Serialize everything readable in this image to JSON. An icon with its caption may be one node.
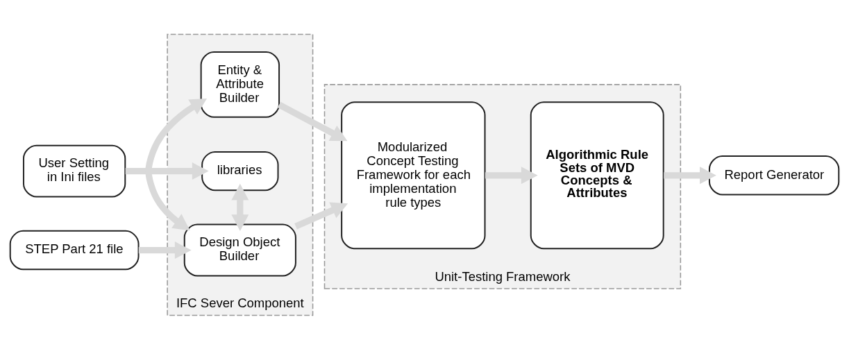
{
  "diagram": {
    "nodes": [
      {
        "text": [
          "User Setting in Ini files"
        ]
      },
      {
        "text": [
          "STEP Part 21 file"
        ]
      },
      {
        "text": [
          "IFC Sever Component"
        ]
      },
      {
        "text": [
          "libraries"
        ],
        "in": 2
      },
      {
        "text": [
          "Design Object Builder"
        ],
        "in": 2
      },
      {
        "text": [
          "Entity & Attribute Builder"
        ],
        "in": 2
      },
      {
        "text": [
          "Unit-Testing Framework"
        ]
      },
      {
        "text": [
          "Modularized Concept Testing Framework for each implementation rule types"
        ],
        "in": 6
      },
      {
        "text": [
          "Algorithmic Rule Sets of MVD Concepts & Attributes"
        ],
        "in": 6
      },
      {
        "text": [
          "Report Generator"
        ]
      }
    ],
    "edges": [
      {
        "from": 0,
        "to": 3,
        "arrow": "to"
      },
      {
        "from": 1,
        "to": 4,
        "arrow": "to"
      },
      {
        "from": 3,
        "to": 4,
        "arrow": "both"
      },
      {
        "from": 4,
        "to": 5,
        "arrow": "both"
      },
      {
        "from": 4,
        "to": 7,
        "arrow": "to"
      },
      {
        "from": 5,
        "to": 7,
        "arrow": "to"
      },
      {
        "from": 7,
        "to": 8,
        "arrow": "to"
      },
      {
        "from": 8,
        "to": 9,
        "arrow": "to"
      }
    ]
  }
}
